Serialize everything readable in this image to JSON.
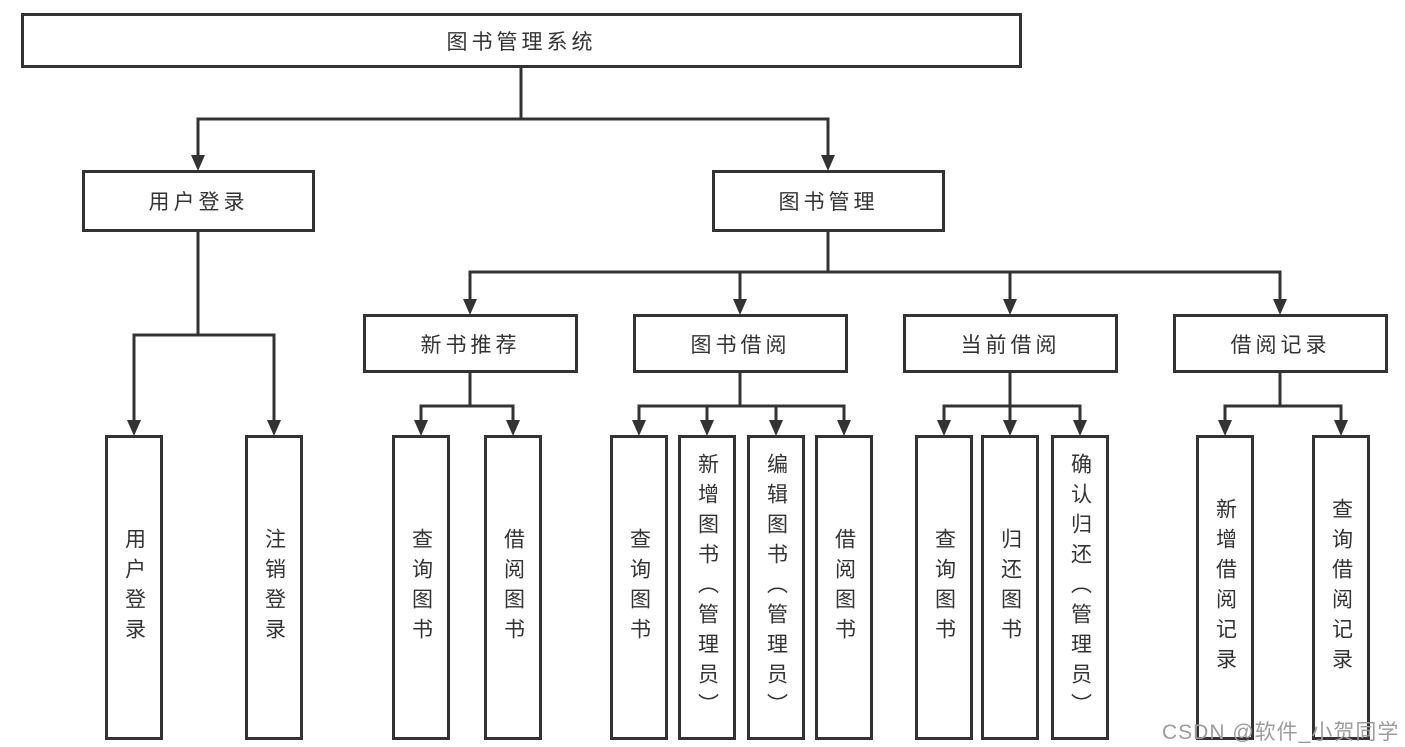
{
  "diagram": {
    "root": {
      "label": "图书管理系统"
    },
    "level2": [
      {
        "label": "用户登录"
      },
      {
        "label": "图书管理"
      }
    ],
    "level3": [
      {
        "label": "新书推荐"
      },
      {
        "label": "图书借阅"
      },
      {
        "label": "当前借阅"
      },
      {
        "label": "借阅记录"
      }
    ],
    "leaves": {
      "login": [
        {
          "label": "用户登录"
        },
        {
          "label": "注销登录"
        }
      ],
      "recommend": [
        {
          "label": "查询图书"
        },
        {
          "label": "借阅图书"
        }
      ],
      "borrow": [
        {
          "label": "查询图书"
        },
        {
          "label": "新增图书（管理员）"
        },
        {
          "label": "编辑图书（管理员）"
        },
        {
          "label": "借阅图书"
        }
      ],
      "current": [
        {
          "label": "查询图书"
        },
        {
          "label": "归还图书"
        },
        {
          "label": "确认归还（管理员）"
        }
      ],
      "records": [
        {
          "label": "新增借阅记录"
        },
        {
          "label": "查询借阅记录"
        }
      ]
    }
  },
  "watermark": {
    "text": "CSDN @软件_小贺同学"
  },
  "colors": {
    "line": "#333333",
    "box_border": "#333333",
    "text": "#333333",
    "watermark": "#9c9c9c",
    "background": "#ffffff"
  }
}
